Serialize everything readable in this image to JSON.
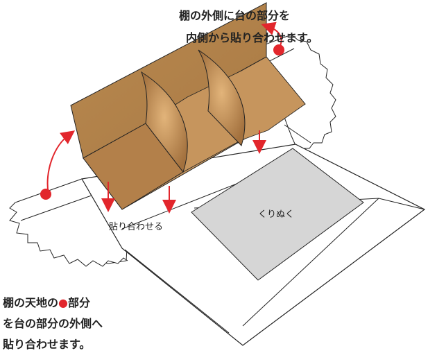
{
  "instruction_top": [
    "棚の外側に台の部分を",
    "内側から貼り合わせます。"
  ],
  "instruction_bottom": [
    "棚の天地の",
    "部分",
    "を台の部分の外側へ",
    "貼り合わせます。"
  ],
  "glue_label": "貼り合わせる",
  "cutout_label": "くりぬく",
  "colors": {
    "cardboard_dark": "#9c6b3a",
    "cardboard_mid": "#b98a55",
    "cardboard_light": "#d8aa6e",
    "marker_red": "#e2262c",
    "outline": "#222222"
  }
}
